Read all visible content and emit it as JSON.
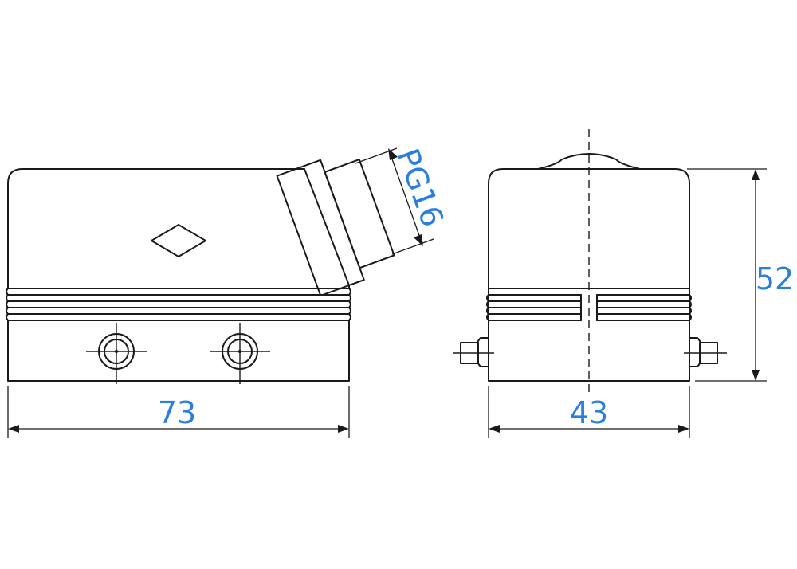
{
  "dimensions": {
    "length": "73",
    "width": "43",
    "height": "52",
    "cable_entry": "PG16"
  },
  "colors": {
    "outline": "#1a1a1a",
    "dimension_text": "#2a7fde",
    "background": "#ffffff"
  }
}
